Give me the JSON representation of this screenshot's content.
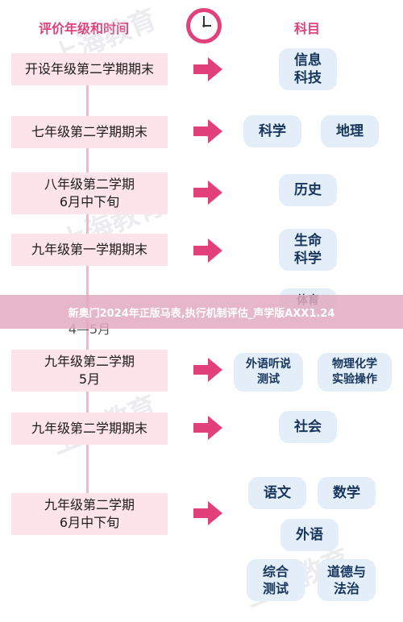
{
  "header": {
    "left_title": "评价年级和时间",
    "right_title": "科目",
    "clock_icon": "clock-icon"
  },
  "rows": [
    {
      "period": "开设年级第二学期期末",
      "subjects": [
        "信息\n科技"
      ]
    },
    {
      "period": "七年级第二学期期末",
      "subjects": [
        "科学",
        "地理"
      ]
    },
    {
      "period": "八年级第二学期\n6月中下旬",
      "subjects": [
        "历史"
      ]
    },
    {
      "period": "九年级第一学期期末",
      "subjects": [
        "生命\n科学"
      ]
    },
    {
      "period": "4—5月",
      "subjects": [
        "体育"
      ]
    },
    {
      "period": "九年级第二学期\n5月",
      "subjects": [
        "外语听说\n测试",
        "物理化学\n实验操作"
      ]
    },
    {
      "period": "九年级第二学期期末",
      "subjects": [
        "社会"
      ]
    },
    {
      "period": "九年级第二学期\n6月中下旬",
      "subjects": [
        "语文",
        "数学",
        "外语",
        "综合\n测试",
        "道德与\n法治"
      ]
    }
  ],
  "banner": {
    "text": "新奥门2024年正版马表,执行机制评估_声学版AXX1.24"
  },
  "watermark": {
    "text": "上海教育"
  },
  "colors": {
    "accent": "#e2407a",
    "row_bg": "#fde3ea",
    "subject_bg": "#e3eef8",
    "subject_text": "#17365d"
  }
}
